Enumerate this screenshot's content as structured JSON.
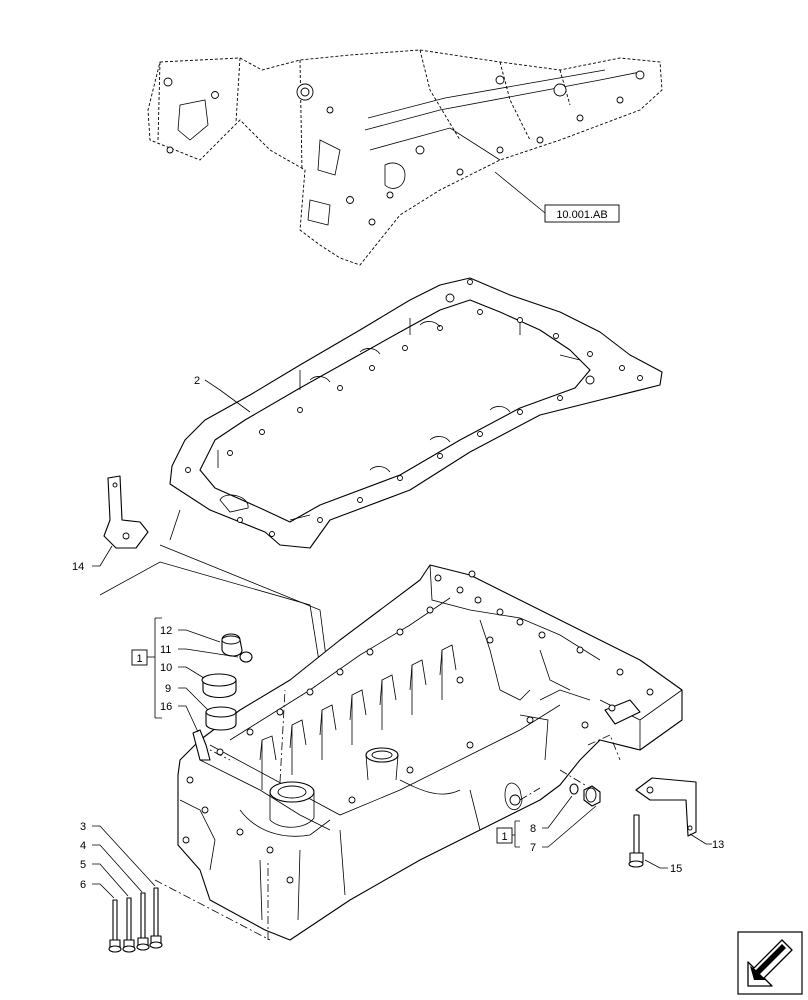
{
  "reference": {
    "text": "10.001.AB"
  },
  "callouts": [
    {
      "id": "c2",
      "text": "2"
    },
    {
      "id": "c14",
      "text": "14"
    },
    {
      "id": "c12",
      "text": "12"
    },
    {
      "id": "c11",
      "text": "11"
    },
    {
      "id": "c10",
      "text": "10"
    },
    {
      "id": "c9",
      "text": "9"
    },
    {
      "id": "c16",
      "text": "16"
    },
    {
      "id": "c3",
      "text": "3"
    },
    {
      "id": "c4",
      "text": "4"
    },
    {
      "id": "c5",
      "text": "5"
    },
    {
      "id": "c6",
      "text": "6"
    },
    {
      "id": "c8",
      "text": "8"
    },
    {
      "id": "c7",
      "text": "7"
    },
    {
      "id": "c13",
      "text": "13"
    },
    {
      "id": "c15",
      "text": "15"
    }
  ],
  "kit_boxes": [
    {
      "id": "k1",
      "text": "1"
    },
    {
      "id": "k2",
      "text": "1"
    }
  ],
  "nav_icon": "next-page-arrow-icon"
}
